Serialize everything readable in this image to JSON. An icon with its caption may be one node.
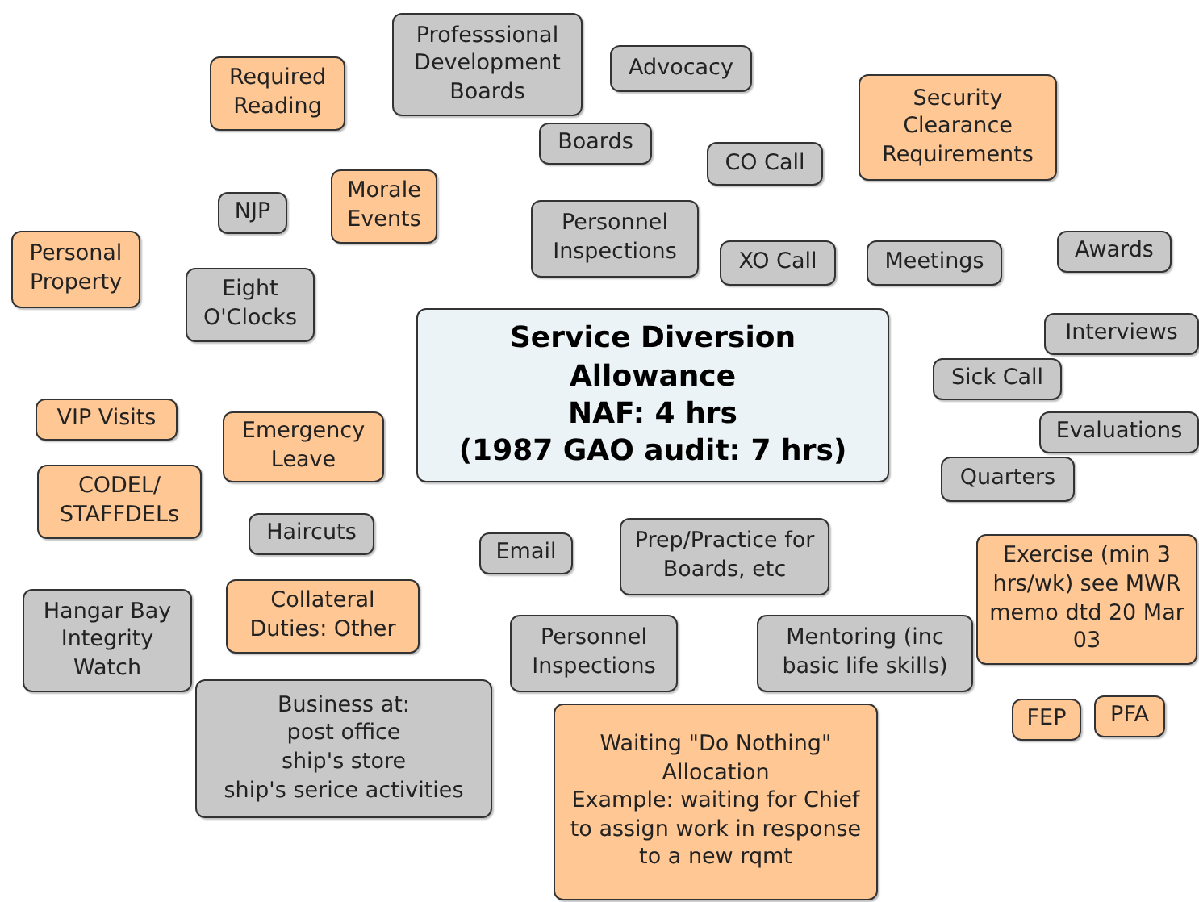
{
  "diagram": {
    "nodes": [
      {
        "text": [
          "Professsional Development Boards"
        ]
      },
      {
        "text": [
          "Required Reading"
        ]
      },
      {
        "text": [
          "Advocacy"
        ]
      },
      {
        "text": [
          "Security Clearance Requirements"
        ]
      },
      {
        "text": [
          "Boards"
        ]
      },
      {
        "text": [
          "CO Call"
        ]
      },
      {
        "text": [
          "Morale Events"
        ]
      },
      {
        "text": [
          "NJP"
        ]
      },
      {
        "text": [
          "Personnel Inspections"
        ]
      },
      {
        "text": [
          "Personal Property"
        ]
      },
      {
        "text": [
          "XO Call"
        ]
      },
      {
        "text": [
          "Meetings"
        ]
      },
      {
        "text": [
          "Awards"
        ]
      },
      {
        "text": [
          "Eight O'Clocks"
        ]
      },
      {
        "text": [
          "Service Diversion Allowance",
          "NAF: 4 hrs",
          "(1987 GAO audit: 7 hrs)"
        ]
      },
      {
        "text": [
          "Interviews"
        ]
      },
      {
        "text": [
          "Sick Call"
        ]
      },
      {
        "text": [
          "VIP Visits"
        ]
      },
      {
        "text": [
          "Emergency Leave"
        ]
      },
      {
        "text": [
          "Evaluations"
        ]
      },
      {
        "text": [
          "CODEL/ STAFFDELs"
        ]
      },
      {
        "text": [
          "Quarters"
        ]
      },
      {
        "text": [
          "Haircuts"
        ]
      },
      {
        "text": [
          "Email"
        ]
      },
      {
        "text": [
          "Prep/Practice for Boards, etc"
        ]
      },
      {
        "text": [
          "Exercise (min 3 hrs/wk) see MWR memo dtd 20 Mar 03"
        ]
      },
      {
        "text": [
          "Hangar Bay Integrity Watch"
        ]
      },
      {
        "text": [
          "Collateral Duties: Other"
        ]
      },
      {
        "text": [
          "Personnel Inspections"
        ]
      },
      {
        "text": [
          "Mentoring (inc basic life skills)"
        ]
      },
      {
        "text": [
          "Business at:",
          "post office",
          "ship's store",
          "ship's serice activities"
        ]
      },
      {
        "text": [
          "FEP"
        ]
      },
      {
        "text": [
          "PFA"
        ]
      },
      {
        "text": [
          "Waiting \"Do Nothing\" Allocation",
          "Example: waiting for Chief to assign work in response to a new rqmt"
        ]
      }
    ]
  }
}
